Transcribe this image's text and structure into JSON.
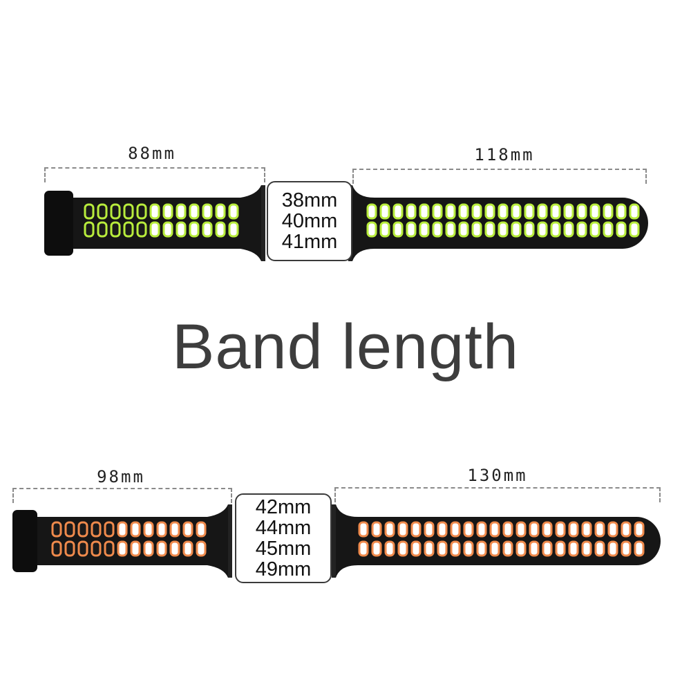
{
  "headline": "Band length",
  "bands": [
    {
      "short_length": "88mm",
      "long_length": "118mm",
      "case_sizes": [
        "38mm",
        "40mm",
        "41mm"
      ],
      "hole_color": "#b8ec3c",
      "band_color": "#161616"
    },
    {
      "short_length": "98mm",
      "long_length": "130mm",
      "case_sizes": [
        "42mm",
        "44mm",
        "45mm",
        "49mm"
      ],
      "hole_color": "#ef8a4c",
      "band_color": "#161616"
    }
  ]
}
